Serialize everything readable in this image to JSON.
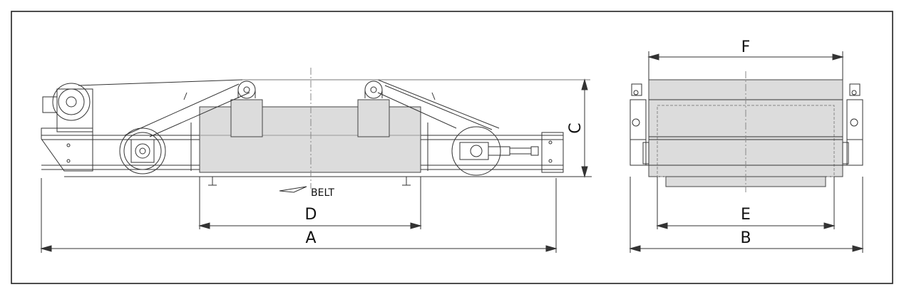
{
  "dimension_labels": {
    "A": "A",
    "B": "B",
    "C": "C",
    "D": "D",
    "E": "E",
    "F": "F"
  },
  "annotations": {
    "belt": "BELT"
  },
  "colors": {
    "magnet_fill": "#dcdcdc",
    "line": "#333333",
    "border": "#222222"
  }
}
